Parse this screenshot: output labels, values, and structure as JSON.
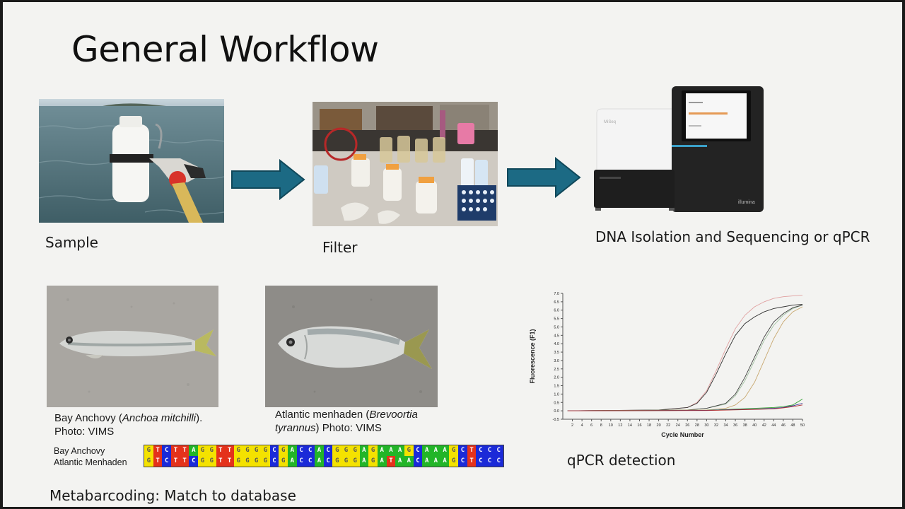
{
  "slide": {
    "title": "General Workflow"
  },
  "workflow": {
    "sample_label": "Sample",
    "filter_label": "Filter",
    "dna_label": "DNA Isolation and Sequencing or qPCR"
  },
  "sequencer": {
    "brand_text": "illumina",
    "side_text": "MiSeq"
  },
  "fish": [
    {
      "caption_line1_prefix": "Bay Anchovy (",
      "caption_italic": "Anchoa mitchilli",
      "caption_line1_suffix": ").",
      "caption_line2": "Photo: VIMS"
    },
    {
      "caption_line1_prefix": "Atlantic menhaden (",
      "caption_italic": "Brevoortia",
      "caption_line2_italic": "tyrannus",
      "caption_line2_suffix": ") Photo: VIMS"
    }
  ],
  "alignment": {
    "rows": [
      {
        "name": "Bay Anchovy",
        "sequence": "GTCTTAGGTTGGGGCGACCACGGGAGAAAGCAAAGCTCCC"
      },
      {
        "name": "Atlantic Menhaden",
        "sequence": "GTCTTCGGTTGGGGCGACCACGGGAGATAACAAAGCTCCC"
      }
    ],
    "base_colors": {
      "A": "#22b528",
      "C": "#1b2ad8",
      "G": "#f4e200",
      "T": "#e4321b"
    }
  },
  "metabarcoding_label": "Metabarcoding: Match to database",
  "qpcr_label": "qPCR detection",
  "chart_data": {
    "type": "line",
    "xlabel": "Cycle Number",
    "ylabel": "Fluorescence (F1)",
    "xlim": [
      0,
      50
    ],
    "ylim": [
      -0.5,
      7.0
    ],
    "x_ticks": [
      2,
      4,
      6,
      8,
      10,
      12,
      14,
      16,
      18,
      20,
      22,
      24,
      26,
      28,
      30,
      32,
      34,
      36,
      38,
      40,
      42,
      44,
      46,
      48,
      50
    ],
    "y_ticks": [
      -0.5,
      0.0,
      0.5,
      1.0,
      1.5,
      2.0,
      2.5,
      3.0,
      3.5,
      4.0,
      4.5,
      5.0,
      5.5,
      6.0,
      6.5,
      7.0
    ],
    "y_tick_labels": [
      "-0.5",
      "0.0",
      "0.5",
      "1.0",
      "1.5",
      "2.0",
      "2.5",
      "3.0",
      "3.5",
      "4.0",
      "4.5",
      "5.0",
      "5.5",
      "6.0",
      "6.5",
      "7.0"
    ],
    "series": [
      {
        "color": "#e0a0a0",
        "x": [
          1,
          20,
          26,
          28,
          30,
          32,
          34,
          36,
          38,
          40,
          42,
          44,
          46,
          48,
          50
        ],
        "y": [
          0,
          0.05,
          0.2,
          0.5,
          1.2,
          2.4,
          3.7,
          4.9,
          5.7,
          6.2,
          6.5,
          6.7,
          6.8,
          6.85,
          6.9
        ]
      },
      {
        "color": "#303030",
        "x": [
          1,
          20,
          26,
          28,
          30,
          32,
          34,
          36,
          38,
          40,
          42,
          44,
          46,
          48,
          50
        ],
        "y": [
          0,
          0.05,
          0.2,
          0.45,
          1.1,
          2.2,
          3.4,
          4.5,
          5.2,
          5.6,
          5.9,
          6.1,
          6.2,
          6.3,
          6.35
        ]
      },
      {
        "color": "#a0c0a0",
        "x": [
          1,
          26,
          30,
          34,
          36,
          38,
          40,
          42,
          44,
          46,
          48,
          50
        ],
        "y": [
          0,
          0.05,
          0.15,
          0.4,
          0.9,
          1.8,
          3.0,
          4.2,
          5.1,
          5.7,
          6.1,
          6.3
        ]
      },
      {
        "color": "#404040",
        "x": [
          1,
          26,
          30,
          34,
          36,
          38,
          40,
          42,
          44,
          46,
          48,
          50
        ],
        "y": [
          0,
          0.05,
          0.15,
          0.45,
          1.0,
          2.0,
          3.2,
          4.4,
          5.3,
          5.8,
          6.15,
          6.3
        ]
      },
      {
        "color": "#c8a870",
        "x": [
          1,
          30,
          34,
          36,
          38,
          40,
          42,
          44,
          46,
          48,
          50
        ],
        "y": [
          0,
          0.05,
          0.15,
          0.35,
          0.8,
          1.7,
          3.0,
          4.3,
          5.3,
          5.9,
          6.2
        ]
      },
      {
        "color": "#30a030",
        "x": [
          1,
          30,
          40,
          44,
          46,
          48,
          50
        ],
        "y": [
          0,
          0.03,
          0.15,
          0.2,
          0.25,
          0.35,
          0.7
        ]
      },
      {
        "color": "#303090",
        "x": [
          1,
          30,
          40,
          44,
          46,
          48,
          50
        ],
        "y": [
          0,
          0.03,
          0.1,
          0.15,
          0.2,
          0.3,
          0.45
        ]
      },
      {
        "color": "#b03030",
        "x": [
          1,
          30,
          40,
          44,
          46,
          48,
          50
        ],
        "y": [
          0,
          0.02,
          0.08,
          0.12,
          0.18,
          0.25,
          0.35
        ]
      }
    ]
  }
}
